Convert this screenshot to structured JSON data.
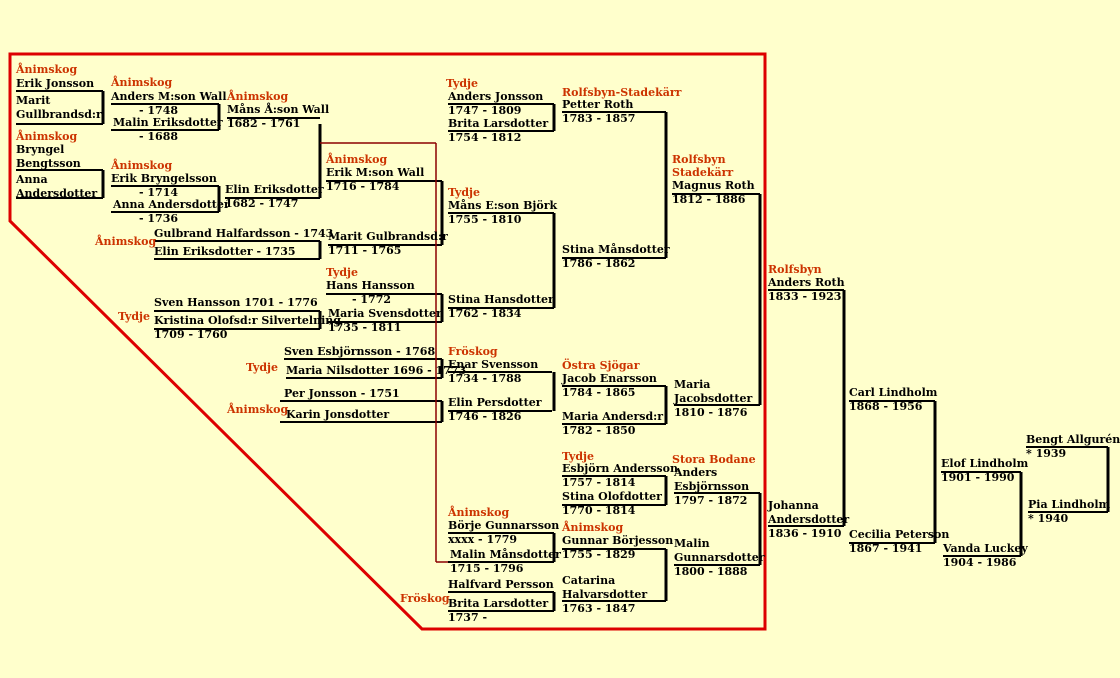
{
  "colors": {
    "background": "#ffffcc",
    "text": "#000000",
    "place": "#cc3300",
    "border": "#dd0000",
    "thin_line": "#8b0000"
  },
  "people": [
    {
      "id": "erik-jonsson",
      "lines": [
        "Erik Jonsson"
      ]
    },
    {
      "id": "marit-gullbrandsdr",
      "lines": [
        "Marit",
        "Gullbrandsd:r"
      ]
    },
    {
      "id": "bryngel-bengtsson",
      "lines": [
        "Bryngel",
        "Bengtsson"
      ]
    },
    {
      "id": "anna-andersdotter-1",
      "lines": [
        "Anna",
        "Andersdotter"
      ]
    },
    {
      "id": "anders-mson-wall",
      "lines": [
        "Anders M:son Wall",
        "- 1748"
      ]
    },
    {
      "id": "malin-eriksdotter",
      "lines": [
        "Malin Eriksdotter",
        "- 1688"
      ]
    },
    {
      "id": "erik-bryngelsson",
      "lines": [
        "Erik Bryngelsson",
        "- 1714"
      ]
    },
    {
      "id": "anna-andersdotter-2",
      "lines": [
        "Anna Andersdotter",
        "- 1736"
      ]
    },
    {
      "id": "mans-ason-wall",
      "lines": [
        "Måns Å:son Wall",
        "1682 - 1761"
      ]
    },
    {
      "id": "elin-eriksdotter-1682",
      "lines": [
        "Elin Eriksdotter",
        "1682 - 1747"
      ]
    },
    {
      "id": "erik-mson-wall",
      "lines": [
        "Erik M:son Wall",
        "1716 - 1784"
      ]
    },
    {
      "id": "gulbrand-halfardsson",
      "lines": [
        "Gulbrand Halfardsson - 1743"
      ]
    },
    {
      "id": "elin-eriksdotter-1735",
      "lines": [
        "Elin Eriksdotter  - 1735"
      ]
    },
    {
      "id": "marit-gulbrandsdr",
      "lines": [
        "Marit Gulbrandsd:r",
        "1711 - 1765"
      ]
    },
    {
      "id": "hans-hansson",
      "lines": [
        "Hans Hansson",
        "- 1772"
      ]
    },
    {
      "id": "sven-hansson",
      "lines": [
        "Sven Hansson 1701 - 1776"
      ]
    },
    {
      "id": "kristina-olofsdr",
      "lines": [
        "Kristina Olofsd:r Silvertelning",
        "1709 - 1760"
      ]
    },
    {
      "id": "maria-svensdotter",
      "lines": [
        "Maria Svensdotter",
        "1735 - 1811"
      ]
    },
    {
      "id": "sven-esbjornsson",
      "lines": [
        "Sven Esbjörnsson - 1768"
      ]
    },
    {
      "id": "maria-nilsdotter",
      "lines": [
        "Maria Nilsdotter 1696 - 1773"
      ]
    },
    {
      "id": "per-jonsson",
      "lines": [
        "Per Jonsson  - 1751"
      ]
    },
    {
      "id": "karin-jonsdotter",
      "lines": [
        "Karin Jonsdotter"
      ]
    },
    {
      "id": "enar-svensson",
      "lines": [
        "Enar Svensson",
        "1734 - 1788"
      ]
    },
    {
      "id": "elin-persdotter",
      "lines": [
        "Elin Persdotter",
        "1746 - 1826"
      ]
    },
    {
      "id": "anders-jonsson",
      "lines": [
        "Anders Jonsson",
        "1747 - 1809"
      ]
    },
    {
      "id": "brita-larsdotter-1754",
      "lines": [
        "Brita Larsdotter",
        "1754 - 1812"
      ]
    },
    {
      "id": "mans-eson-bjork",
      "lines": [
        "Måns E:son Björk",
        "1755 - 1810"
      ]
    },
    {
      "id": "stina-hansdotter",
      "lines": [
        "Stina Hansdotter",
        "1762 - 1834"
      ]
    },
    {
      "id": "borje-gunnarsson",
      "lines": [
        "Börje Gunnarsson",
        "xxxx - 1779"
      ]
    },
    {
      "id": "malin-mansdotter",
      "lines": [
        "Malin Månsdotter",
        "1715 - 1796"
      ]
    },
    {
      "id": "halfvard-persson",
      "lines": [
        "Halfvard Persson"
      ]
    },
    {
      "id": "brita-larsdotter-1737",
      "lines": [
        "Brita Larsdotter",
        "1737 -"
      ]
    },
    {
      "id": "petter-roth",
      "lines": [
        "Petter Roth",
        "1783 - 1857"
      ]
    },
    {
      "id": "stina-mansdotter",
      "lines": [
        "Stina Månsdotter",
        "1786 - 1862"
      ]
    },
    {
      "id": "jacob-enarsson",
      "lines": [
        "Jacob Enarsson",
        "1784 - 1865"
      ]
    },
    {
      "id": "maria-andersdr",
      "lines": [
        "Maria Andersd:r",
        "1782 - 1850"
      ]
    },
    {
      "id": "esbjorn-andersson",
      "lines": [
        "Esbjörn Andersson",
        "1757 - 1814"
      ]
    },
    {
      "id": "stina-olofdotter",
      "lines": [
        "Stina Olofdotter",
        "1770 - 1814"
      ]
    },
    {
      "id": "gunnar-borjesson",
      "lines": [
        "Gunnar Börjesson",
        "1755 - 1829"
      ]
    },
    {
      "id": "catarina-halvarsdotter",
      "lines": [
        "Catarina",
        "Halvarsdotter",
        "1763 - 1847"
      ]
    },
    {
      "id": "magnus-roth",
      "lines": [
        "Magnus Roth",
        "1812 - 1886"
      ]
    },
    {
      "id": "maria-jacobsdotter",
      "lines": [
        "Maria",
        "Jacobsdotter",
        "1810 - 1876"
      ]
    },
    {
      "id": "anders-esbjornsson",
      "lines": [
        "Anders",
        "Esbjörnsson",
        "1797 - 1872"
      ]
    },
    {
      "id": "malin-gunnarsdotter",
      "lines": [
        "Malin",
        "Gunnarsdotter",
        "1800 - 1888"
      ]
    },
    {
      "id": "anders-roth",
      "lines": [
        "Anders Roth",
        "1833 - 1923"
      ]
    },
    {
      "id": "johanna-andersdotter",
      "lines": [
        "Johanna",
        "Andersdotter",
        "1836 - 1910"
      ]
    },
    {
      "id": "carl-lindholm",
      "lines": [
        "Carl Lindholm",
        "1868 - 1956"
      ]
    },
    {
      "id": "cecilia-peterson",
      "lines": [
        "Cecilia Peterson",
        "1867 - 1941"
      ]
    },
    {
      "id": "elof-lindholm",
      "lines": [
        "Elof Lindholm",
        "1901 - 1990"
      ]
    },
    {
      "id": "vanda-luckey",
      "lines": [
        "Vanda Luckey",
        "1904 - 1986"
      ]
    },
    {
      "id": "bengt-allguren",
      "lines": [
        "Bengt Allgurén",
        "* 1939"
      ]
    },
    {
      "id": "pia-lindholm",
      "lines": [
        "Pia Lindholm",
        "* 1940"
      ]
    }
  ],
  "places": [
    {
      "id": "animskog-1",
      "text": "Ånimskog"
    },
    {
      "id": "animskog-2",
      "text": "Ånimskog"
    },
    {
      "id": "animskog-3",
      "text": "Ånimskog"
    },
    {
      "id": "animskog-4",
      "text": "Ånimskog"
    },
    {
      "id": "animskog-5",
      "text": "Ånimskog"
    },
    {
      "id": "animskog-6",
      "text": "Ånimskog"
    },
    {
      "id": "animskog-7",
      "text": "Ånimskog"
    },
    {
      "id": "animskog-8",
      "text": "Ånimskog"
    },
    {
      "id": "animskog-9",
      "text": "Ånimskog"
    },
    {
      "id": "animskog-10",
      "text": "Ånimskog"
    },
    {
      "id": "tydje-1",
      "text": "Tydje"
    },
    {
      "id": "tydje-2",
      "text": "Tydje"
    },
    {
      "id": "tydje-3",
      "text": "Tydje"
    },
    {
      "id": "tydje-4",
      "text": "Tydje"
    },
    {
      "id": "tydje-5",
      "text": "Tydje"
    },
    {
      "id": "tydje-6",
      "text": "Tydje"
    },
    {
      "id": "froskog-1",
      "text": "Fröskog"
    },
    {
      "id": "froskog-2",
      "text": "Fröskog"
    },
    {
      "id": "rolfsbyn-stadekarr-1",
      "text": "Rolfsbyn-Stadekärr"
    },
    {
      "id": "rolfsbyn-stadekarr-2",
      "text": "Rolfsbyn"
    },
    {
      "id": "rolfsbyn-stadekarr-3",
      "text": "Stadekärr"
    },
    {
      "id": "ostra-sjogar",
      "text": "Östra Sjögar"
    },
    {
      "id": "stora-bodane",
      "text": "Stora Bodane"
    },
    {
      "id": "rolfsbyn",
      "text": "Rolfsbyn"
    }
  ]
}
